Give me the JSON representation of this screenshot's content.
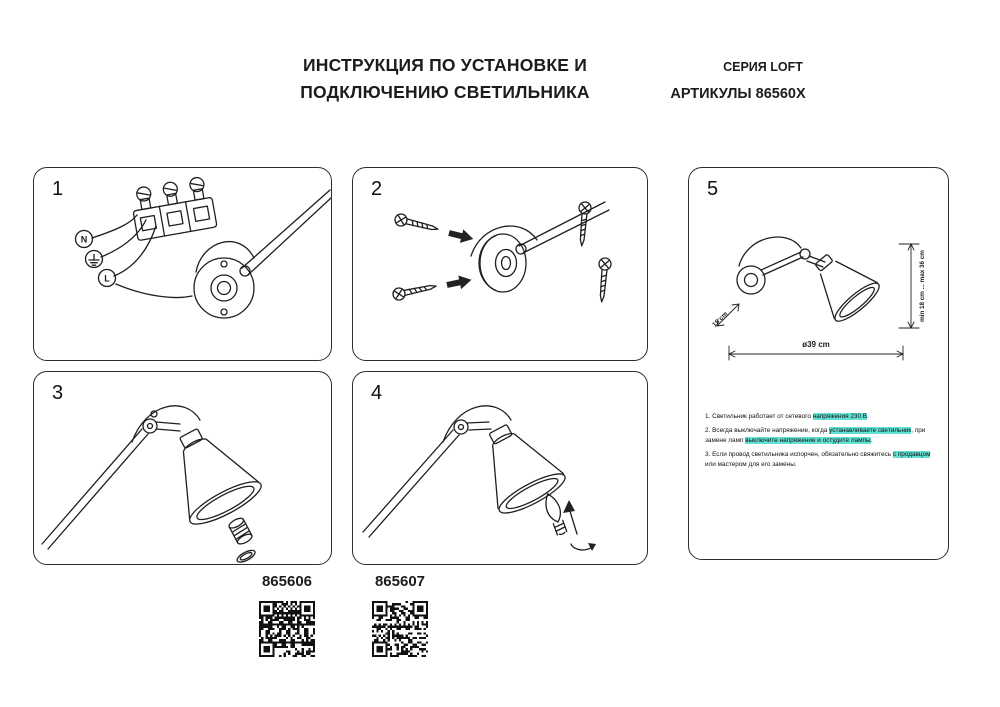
{
  "header": {
    "title_line1": "ИНСТРУКЦИЯ ПО УСТАНОВКЕ И",
    "title_line2": "ПОДКЛЮЧЕНИЮ СВЕТИЛЬНИКА",
    "series": "СЕРИЯ LOFT",
    "articles_label": "АРТИКУЛЫ 86560X"
  },
  "steps": [
    {
      "number": "1"
    },
    {
      "number": "2"
    },
    {
      "number": "3"
    },
    {
      "number": "4"
    },
    {
      "number": "5"
    }
  ],
  "wiring_labels": {
    "n": "N",
    "l": "L"
  },
  "dimensions": {
    "height_range": "min 18 cm ... max 36 cm",
    "diameter": "ø39 cm",
    "depth": "15 cm"
  },
  "notes": [
    {
      "segments": [
        {
          "t": "1. Светильник работает от сетевого "
        },
        {
          "t": "напряжения 230 В",
          "h": true
        },
        {
          "t": "."
        }
      ]
    },
    {
      "segments": [
        {
          "t": "2. Всегда выключайте напряжение, когда "
        },
        {
          "t": "устанавливаете светильник",
          "h": true
        },
        {
          "t": ", при замене ламп "
        },
        {
          "t": "выключите напряжение и остудите лампы",
          "h": true
        },
        {
          "t": "."
        }
      ]
    },
    {
      "segments": [
        {
          "t": "3. Если провод светильника испорчен, обязательно свяжитесь "
        },
        {
          "t": "с продавцом",
          "h": true
        },
        {
          "t": " или мастером для его замены."
        }
      ]
    }
  ],
  "articles": [
    {
      "code": "865606"
    },
    {
      "code": "865607"
    }
  ],
  "colors": {
    "highlight": "#63e0d4",
    "ink": "#1f1f1f"
  }
}
